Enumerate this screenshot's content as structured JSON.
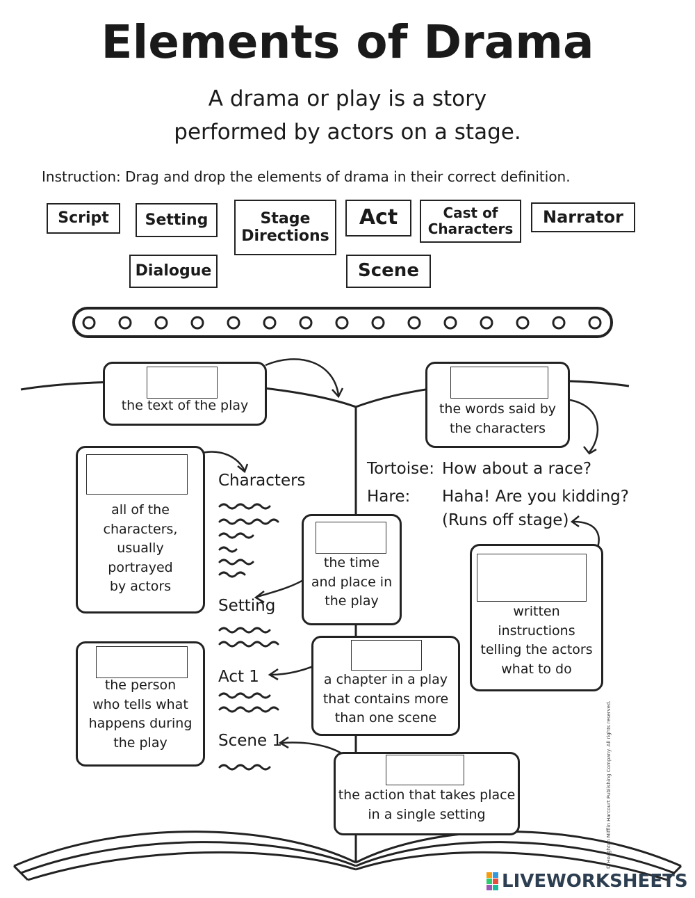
{
  "title": "Elements of Drama",
  "subtitle_line1": "A drama or play is a story",
  "subtitle_line2": "performed by actors on a stage.",
  "instruction": "Instruction: Drag and drop the elements of drama in their correct definition.",
  "chips": [
    {
      "label": "Script"
    },
    {
      "label": "Setting"
    },
    {
      "label": "Stage\nDirections"
    },
    {
      "label": "Act"
    },
    {
      "label": "Cast of\nCharacters"
    },
    {
      "label": "Narrator"
    },
    {
      "label": "Dialogue"
    },
    {
      "label": "Scene"
    }
  ],
  "definitions": {
    "script": "the text of the play",
    "dialogue": "the words said by\nthe characters",
    "cast": "all of the\ncharacters,\nusually\nportrayed\nby actors",
    "setting": "the time\nand place in\nthe play",
    "stage_directions": "written\ninstructions\ntelling the actors\nwhat to do",
    "narrator": "the person\nwho tells what\nhappens during\nthe play",
    "act": "a chapter in a play\nthat contains more\nthan one scene",
    "scene": "the action that takes place\nin a single setting"
  },
  "book_labels": {
    "characters": "Characters",
    "setting": "Setting",
    "act": "Act 1",
    "scene": "Scene 1"
  },
  "dialogue_example": {
    "speaker1": "Tortoise:",
    "line1": "How about a race?",
    "speaker2": "Hare:",
    "line2": "Haha! Are you kidding?",
    "line3": "(Runs off stage)"
  },
  "copyright": "© Houghton Mifflin Harcourt Publishing Company. All rights reserved.",
  "brand": "LIVEWORKSHEETS",
  "colors": {
    "ink": "#1a1a1a",
    "brand": "#2c3e50"
  }
}
